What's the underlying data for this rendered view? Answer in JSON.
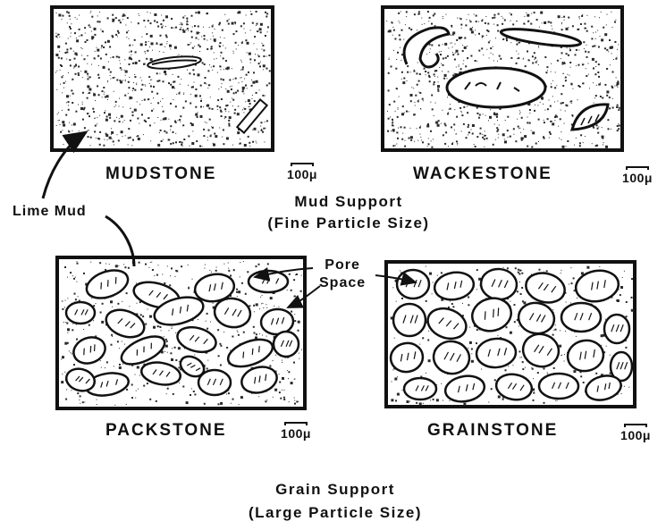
{
  "panels": [
    {
      "id": "mudstone",
      "label": "MUDSTONE",
      "scale": "100μ",
      "support": "mud"
    },
    {
      "id": "wackestone",
      "label": "WACKESTONE",
      "scale": "100μ",
      "support": "mud"
    },
    {
      "id": "packstone",
      "label": "PACKSTONE",
      "scale": "100μ",
      "support": "grain"
    },
    {
      "id": "grainstone",
      "label": "GRAINSTONE",
      "scale": "100μ",
      "support": "grain"
    }
  ],
  "groups": {
    "mud_support": {
      "line1": "Mud Support",
      "line2": "(Fine Particle Size)"
    },
    "grain_support": {
      "line1": "Grain Support",
      "line2": "(Large Particle Size)"
    }
  },
  "annotations": {
    "lime_mud": "Lime Mud",
    "pore_space_line1": "Pore",
    "pore_space_line2": "Space"
  },
  "colors": {
    "ink": "#111111",
    "paper": "#ffffff",
    "speckle": "#2a2a2a"
  }
}
